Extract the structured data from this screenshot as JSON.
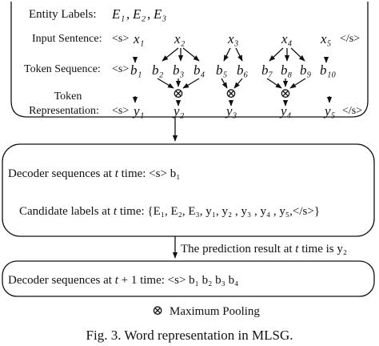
{
  "top_panel": {
    "entity_label_caption": "Entity Labels:",
    "entity_labels": [
      "E₁",
      "E₂",
      "E₃"
    ],
    "input_caption": "Input Sentence:",
    "input_tokens": [
      "<s>",
      "x₁",
      "x₂",
      "x₃",
      "x₄",
      "x₅",
      "</s>"
    ],
    "token_seq_caption": "Token Sequence:",
    "token_seq_tokens": [
      "<s>",
      "b₁",
      "b₂",
      "b₃",
      "b₄",
      "b₅",
      "b₆",
      "b₇",
      "b₈",
      "b₉",
      "b₁₀"
    ],
    "token_rep_caption_line1": "Token",
    "token_rep_caption_line2": "Representation:",
    "token_rep_tokens": [
      "<s>",
      "y₁",
      "y₂",
      "y₃",
      "y₄",
      "y₅",
      "</s>"
    ],
    "pool_symbol": "⊗"
  },
  "middle_panel": {
    "decoder_line": "Decoder sequences at t time:  <s> b₁",
    "decoder_prefix": "Decoder sequences at ",
    "decoder_t": "t",
    "decoder_suffix": " time:  <s> b₁",
    "candidate_prefix": "Candidate labels at ",
    "candidate_t": "t",
    "candidate_suffix": " time:  {E₁, E₂, E₃, y₁, y₂ , y₃ , y₄ , y₅,</s>}"
  },
  "prediction_text_prefix": "The prediction result at ",
  "prediction_t": "t",
  "prediction_text_suffix": " time is y₂",
  "bottom_panel": {
    "decoder_prefix": "Decoder sequences at ",
    "decoder_t": "t",
    "decoder_suffix": " + 1 time:  <s> b₁  b₂  b₃  b₄"
  },
  "legend": {
    "symbol": "⊗",
    "label": "Maximum Pooling"
  },
  "caption": "Fig. 3.  Word representation in MLSG."
}
